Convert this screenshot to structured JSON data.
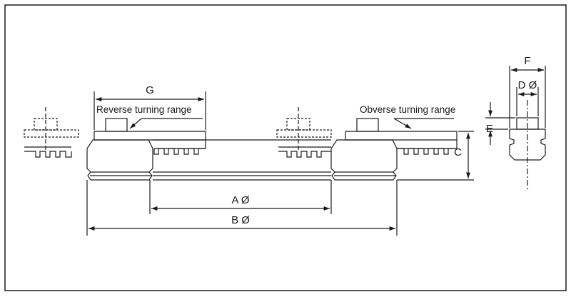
{
  "labels": {
    "g": "G",
    "reverse": "Reverse turning range",
    "obverse": "Obverse turning range",
    "c": "C",
    "a": "A Ø",
    "b": "B Ø",
    "f": "F",
    "d": "D Ø",
    "e": "E"
  },
  "colors": {
    "line": "#1a1a1a",
    "background": "#ffffff"
  }
}
